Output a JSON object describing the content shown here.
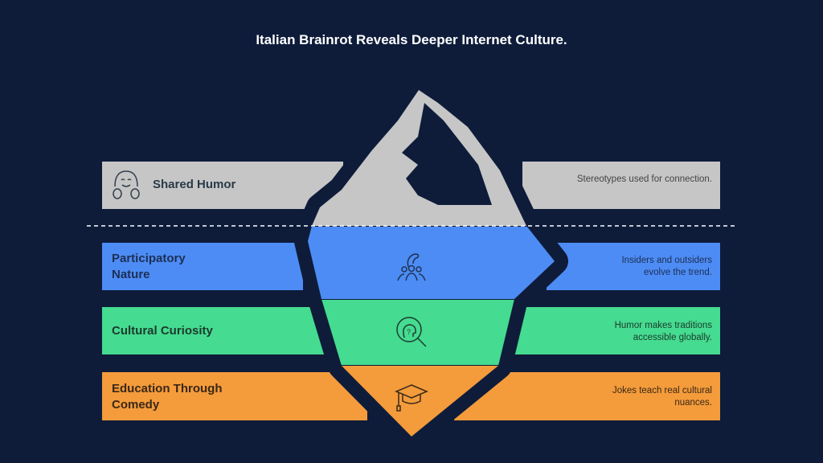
{
  "title": "Italian Brainrot Reveals Deeper Internet Culture.",
  "colors": {
    "background": "#0e1c3a",
    "gray": "#c6c6c6",
    "blue": "#4d8cf4",
    "green": "#45db90",
    "orange": "#f49b3b"
  },
  "layers": [
    {
      "label": "Shared Humor",
      "description": "Stereotypes used for connection.",
      "icon": "smiling-face-hands-icon"
    },
    {
      "label": "Participatory Nature",
      "description": "Insiders and outsiders evolve the trend.",
      "icon": "group-people-icon"
    },
    {
      "label": "Cultural Curiosity",
      "description": "Humor makes traditions accessible globally.",
      "icon": "head-magnifier-icon"
    },
    {
      "label": "Education Through Comedy",
      "description": "Jokes teach real cultural nuances.",
      "icon": "graduation-cap-icon"
    }
  ]
}
